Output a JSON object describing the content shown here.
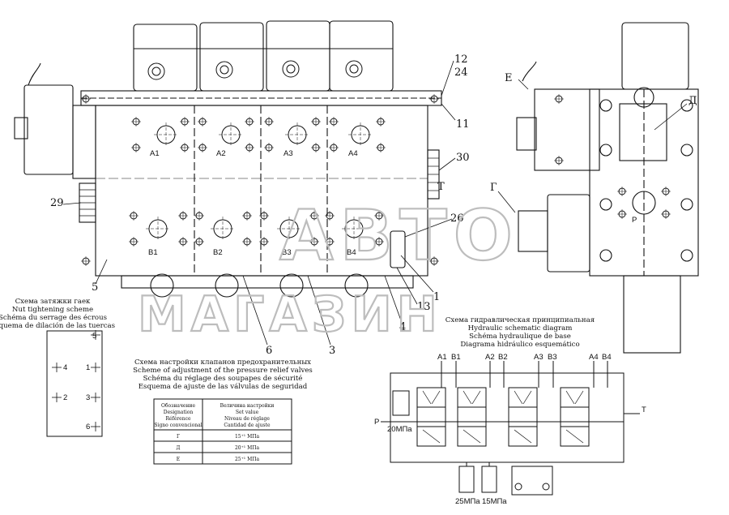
{
  "left_view": {
    "ports_top": [
      "A1",
      "A2",
      "A3",
      "A4"
    ],
    "ports_bottom": [
      "B1",
      "B2",
      "B3",
      "B4"
    ],
    "callouts": [
      "12",
      "24",
      "11",
      "30",
      "T",
      "29",
      "26",
      "5",
      "1",
      "13",
      "6",
      "3",
      "4"
    ]
  },
  "right_view": {
    "callouts": [
      "Е",
      "Д",
      "Г",
      "Р"
    ]
  },
  "tightening_scheme": {
    "title_lines": [
      "Схема затяжки гаек",
      "Nut tightening scheme",
      "Schéma du serrage des écrous",
      "Esquema de dilación de las tuercas"
    ],
    "positions": [
      "5",
      "4",
      "1",
      "2",
      "3",
      "6"
    ]
  },
  "adjustment_scheme": {
    "title_lines": [
      "Схема настройки клапанов предохранительных",
      "Scheme of adjustment of the pressure relief valves",
      "Schéma du réglage des soupapes de sécurité",
      "Esquema de ajuste de las válvulas de seguridad"
    ],
    "table": {
      "col1_header": [
        "Обозначение",
        "Designation",
        "Référence",
        "Signo convencional"
      ],
      "col2_header": [
        "Величина настройки",
        "Set value",
        "Niveau de réglage",
        "Cantidad de ajuste"
      ],
      "rows": [
        {
          "ref": "Г",
          "value": "15⁺¹ МПа"
        },
        {
          "ref": "Д",
          "value": "20⁺¹ МПа"
        },
        {
          "ref": "Е",
          "value": "25⁺¹ МПа"
        }
      ]
    }
  },
  "hydraulic_scheme": {
    "title_lines": [
      "Схема гидравлическая принципиальная",
      "Hydraulic schematic diagram",
      "Schéma hydraulique de base",
      "Diagrama hidráulico esquemático"
    ],
    "ports": [
      "A1",
      "B1",
      "A2",
      "B2",
      "A3",
      "B3",
      "A4",
      "B4"
    ],
    "labels": [
      "P",
      "T",
      "20МПа",
      "25МПа",
      "15МПа"
    ]
  },
  "watermark": {
    "line1": "АВТО",
    "line2": "МАГАЗИН"
  }
}
